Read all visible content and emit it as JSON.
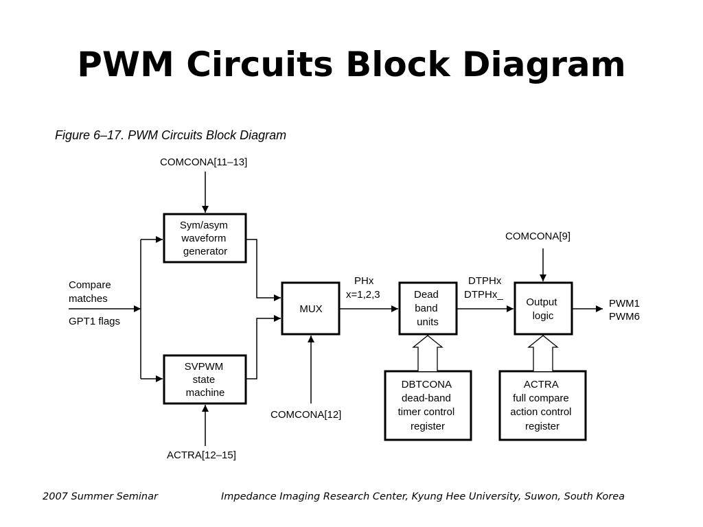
{
  "slide": {
    "title": "PWM Circuits Block Diagram"
  },
  "figure": {
    "caption": "Figure 6–17. PWM Circuits Block Diagram",
    "inputs": {
      "compare_line1": "Compare",
      "compare_line2": "matches",
      "gpt1_flags": "GPT1 flags"
    },
    "blocks": {
      "waveform_generator": [
        "Sym/asym",
        "waveform",
        "generator"
      ],
      "svpwm_state_machine": [
        "SVPWM",
        "state",
        "machine"
      ],
      "mux": [
        "MUX"
      ],
      "dead_band_units": [
        "Dead",
        "band",
        "units"
      ],
      "output_logic": [
        "Output",
        "logic"
      ],
      "dbtcona_register": [
        "DBTCONA",
        "dead-band",
        "timer control",
        "register"
      ],
      "actra_register": [
        "ACTRA",
        "full compare",
        "action control",
        "register"
      ]
    },
    "signals": {
      "comcona_11_13": "COMCONA[11–13]",
      "actra_12_15": "ACTRA[12–15]",
      "comcona_12": "COMCONA[12]",
      "comcona_9": "COMCONA[9]",
      "phx_line1": "PHx",
      "phx_line2": "x=1,2,3",
      "dtphx_line1": "DTPHx",
      "dtphx_line2": "DTPHx_",
      "pwm_out_line1": "PWM1",
      "pwm_out_line2": "PWM6"
    }
  },
  "footer": {
    "left": "2007 Summer Seminar",
    "right": "Impedance Imaging Research Center, Kyung Hee University, Suwon, South Korea"
  }
}
